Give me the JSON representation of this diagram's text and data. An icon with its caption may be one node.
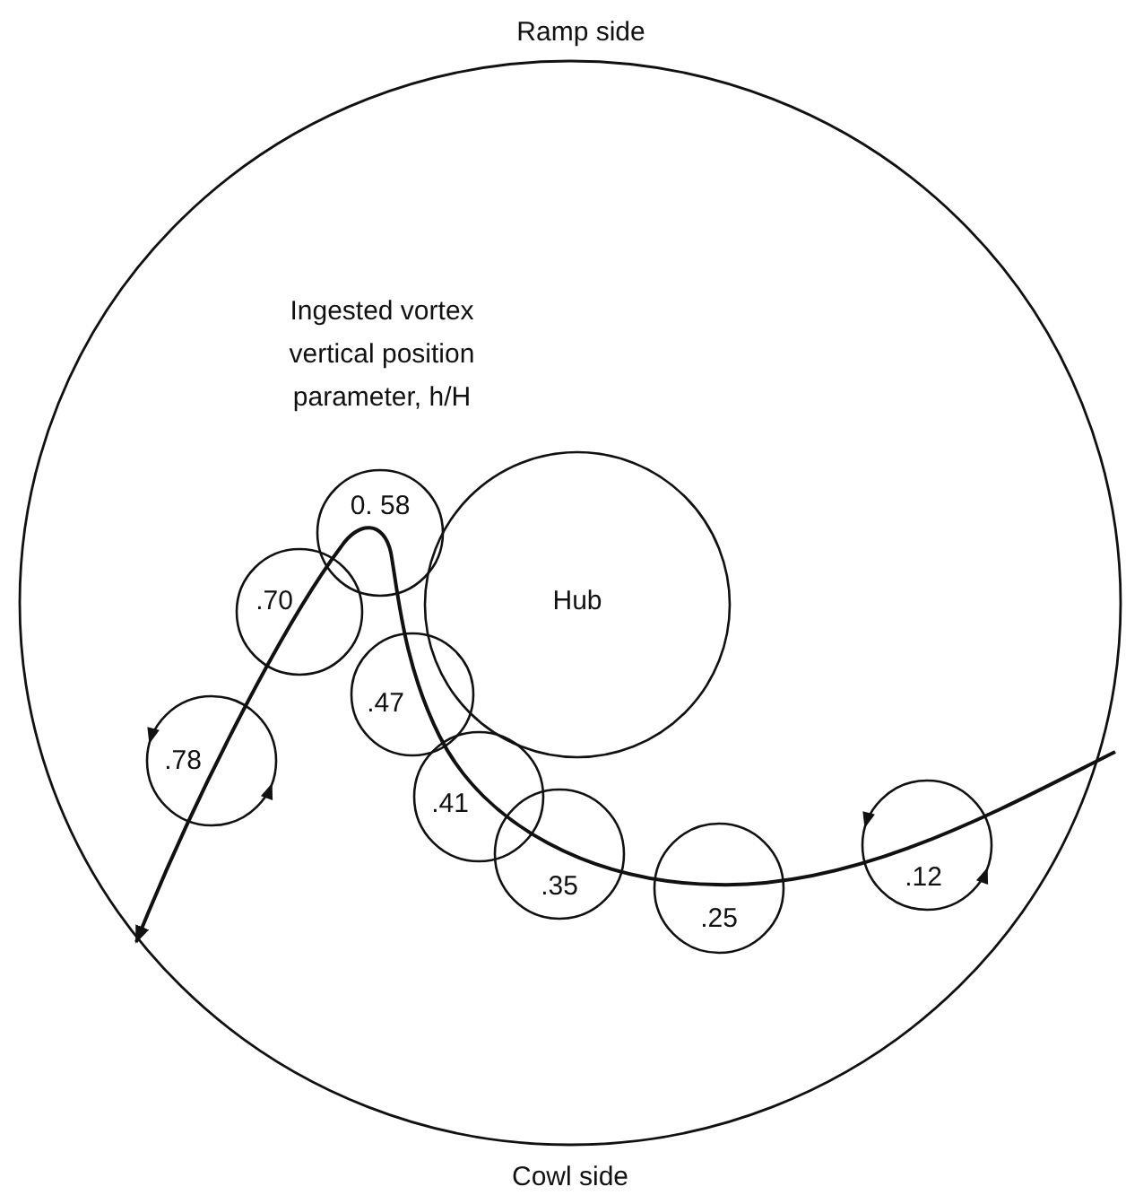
{
  "diagram": {
    "nodes": [
      {
        "text": [],
        "shape": "circle",
        "beside": [
          "Ramp side",
          "Cowl side"
        ]
      },
      {
        "text": [
          "Hub"
        ],
        "in": 0
      },
      {
        "text": [
          "0. 58"
        ],
        "in": 0
      },
      {
        "text": [
          ".70"
        ],
        "in": 0
      },
      {
        "text": [
          ".47"
        ],
        "in": 0
      },
      {
        "text": [
          ".78"
        ],
        "in": 0
      },
      {
        "text": [
          ".41"
        ],
        "in": 0
      },
      {
        "text": [
          ".35"
        ],
        "in": 0
      },
      {
        "text": [
          ".25"
        ],
        "in": 0
      },
      {
        "text": [
          ".12"
        ],
        "in": 0
      }
    ],
    "labels": [
      "Ingested vortex vertical position parameter, h/H"
    ]
  }
}
